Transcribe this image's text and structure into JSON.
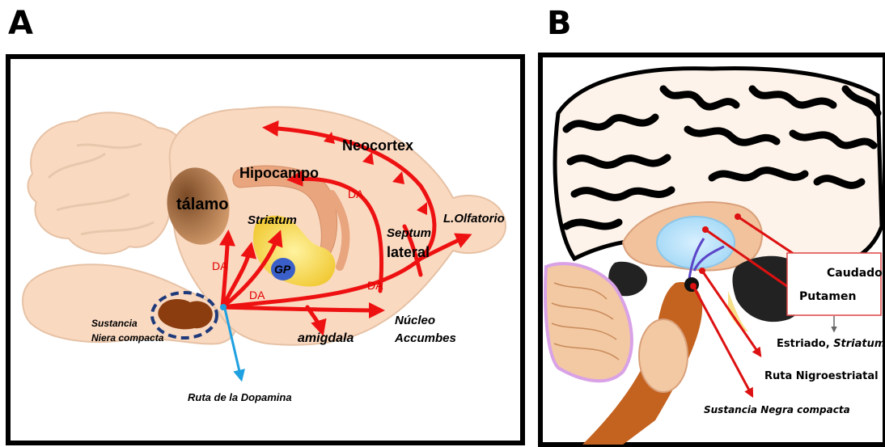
{
  "panel_a": {
    "letter": "A",
    "labels": {
      "neocortex": "Neocortex",
      "hipocampo": "Hipocampo",
      "talamo": "tálamo",
      "striatum": "Striatum",
      "gp": "GP",
      "septum": "Septum",
      "lateral": "lateral",
      "olfatorio": "L.Olfatorio",
      "nucleo": "Núcleo",
      "accumbes": "Accumbes",
      "amigdala": "amigdala",
      "sustancia": "Sustancia",
      "niera": "Niera compacta",
      "ruta": "Ruta de la Dopamina",
      "da": "DA"
    }
  },
  "panel_b": {
    "letter": "B",
    "labels": {
      "caudado": "Caudado",
      "putamen": "Putamen",
      "estriado": "Estriado, ",
      "striatum": "Striatum",
      "ruta": "Ruta Nigroestriatal",
      "sustancia": "Sustancia Negra compacta"
    }
  },
  "colors": {
    "brain_fill": "#fad9c1",
    "pathway_red": "#ee1111",
    "thalamus_brown": "#b8774a",
    "striatum_yellow": "#f5d447",
    "gp_blue": "#3b5fc8",
    "nigra_brown": "#8b3d10",
    "dashed_navy": "#1f3a7a",
    "dopamine_pointer": "#1fa0e0"
  }
}
